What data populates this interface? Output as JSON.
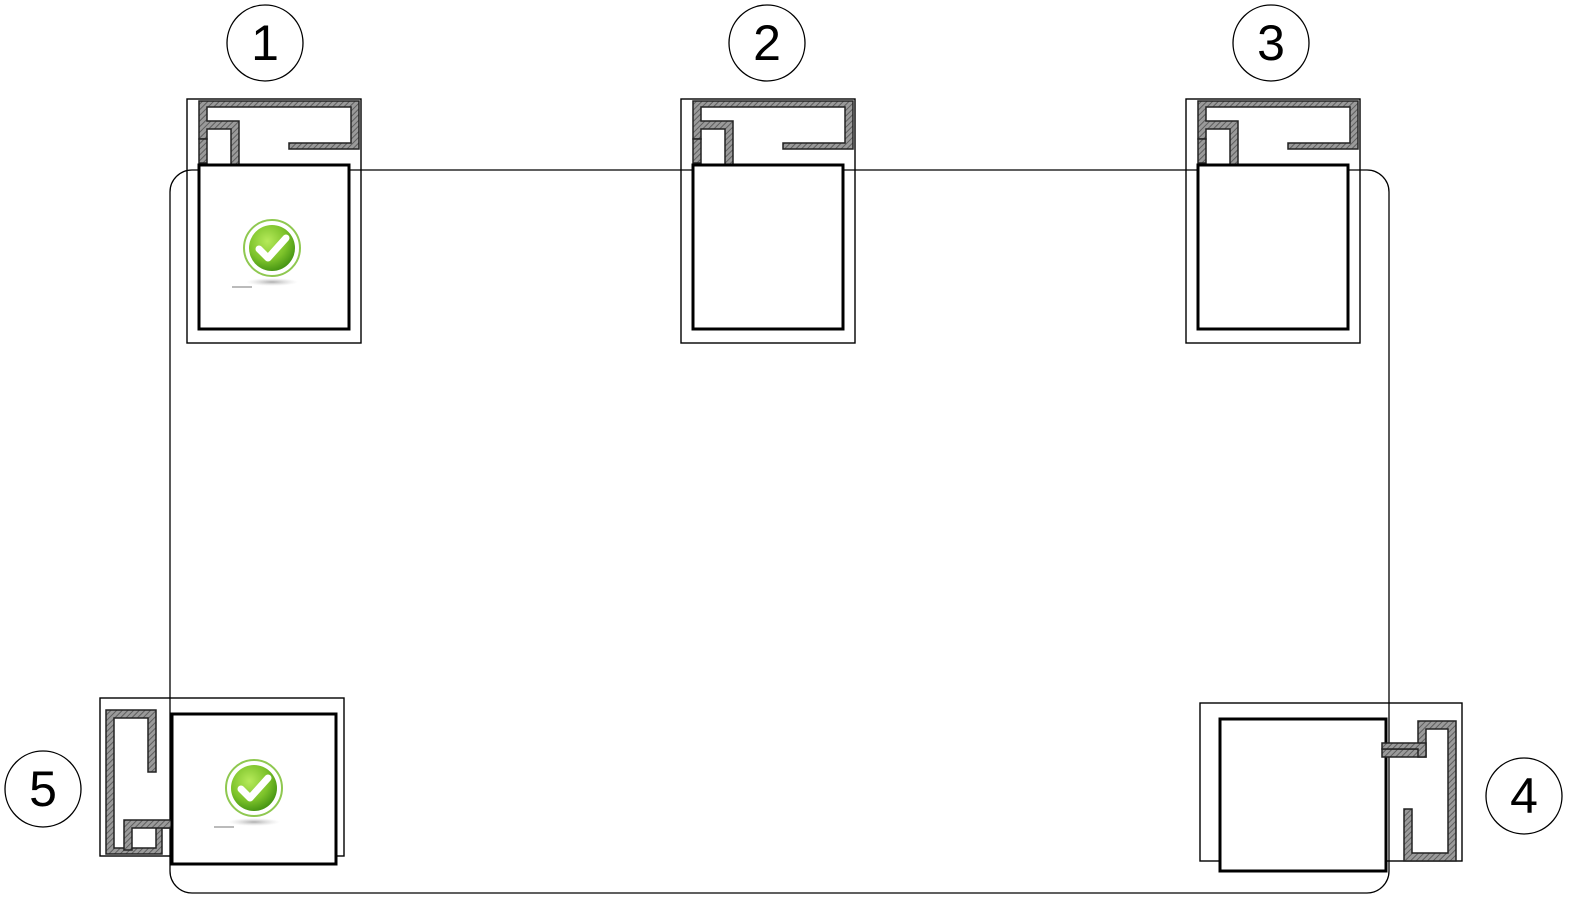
{
  "diagram": {
    "positions": [
      {
        "label": "1",
        "checked": true
      },
      {
        "label": "2",
        "checked": false
      },
      {
        "label": "3",
        "checked": false
      },
      {
        "label": "4",
        "checked": false
      },
      {
        "label": "5",
        "checked": true
      }
    ],
    "colors": {
      "line": "#000000",
      "hatch": "#7f7f7f",
      "check_light": "#8fd03a",
      "check_dark": "#3f8f10"
    }
  }
}
